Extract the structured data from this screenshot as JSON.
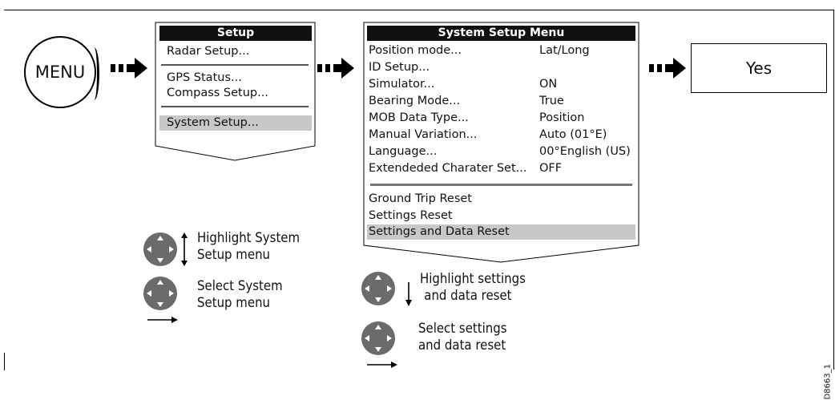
{
  "start_button": {
    "label": "MENU"
  },
  "setup_menu": {
    "title": "Setup",
    "items": [
      "Radar Setup...",
      "GPS Status...",
      "Compass Setup...",
      "System Setup..."
    ]
  },
  "system_setup_menu": {
    "title": "System Setup Menu",
    "rows": [
      {
        "label": "Position mode...",
        "value": "Lat/Long"
      },
      {
        "label": "ID Setup...",
        "value": ""
      },
      {
        "label": "Simulator...",
        "value": "ON"
      },
      {
        "label": "Bearing Mode...",
        "value": "True"
      },
      {
        "label": "MOB Data Type...",
        "value": "Position"
      },
      {
        "label": "Manual Variation...",
        "value": "Auto (01°E)"
      },
      {
        "label": "Language...",
        "value": "00°English (US)"
      },
      {
        "label": "Extendeded Charater Set...",
        "value": "OFF"
      }
    ],
    "reset_items": [
      "Ground Trip Reset",
      "Settings Reset",
      "Settings and Data Reset"
    ]
  },
  "confirm": {
    "label": "Yes"
  },
  "instructions": {
    "highlight_system_1": "Highlight System",
    "highlight_system_2": "Setup menu",
    "select_system_1": "Select System",
    "select_system_2": "Setup menu",
    "highlight_reset_1": "Highlight settings",
    "highlight_reset_2": "and data reset",
    "select_reset_1": "Select settings",
    "select_reset_2": "and data reset"
  },
  "figure_code": "D8663_1",
  "colors": {
    "header": "#111111",
    "highlight": "#c8c8c8",
    "pad": "#6b6b6b"
  }
}
